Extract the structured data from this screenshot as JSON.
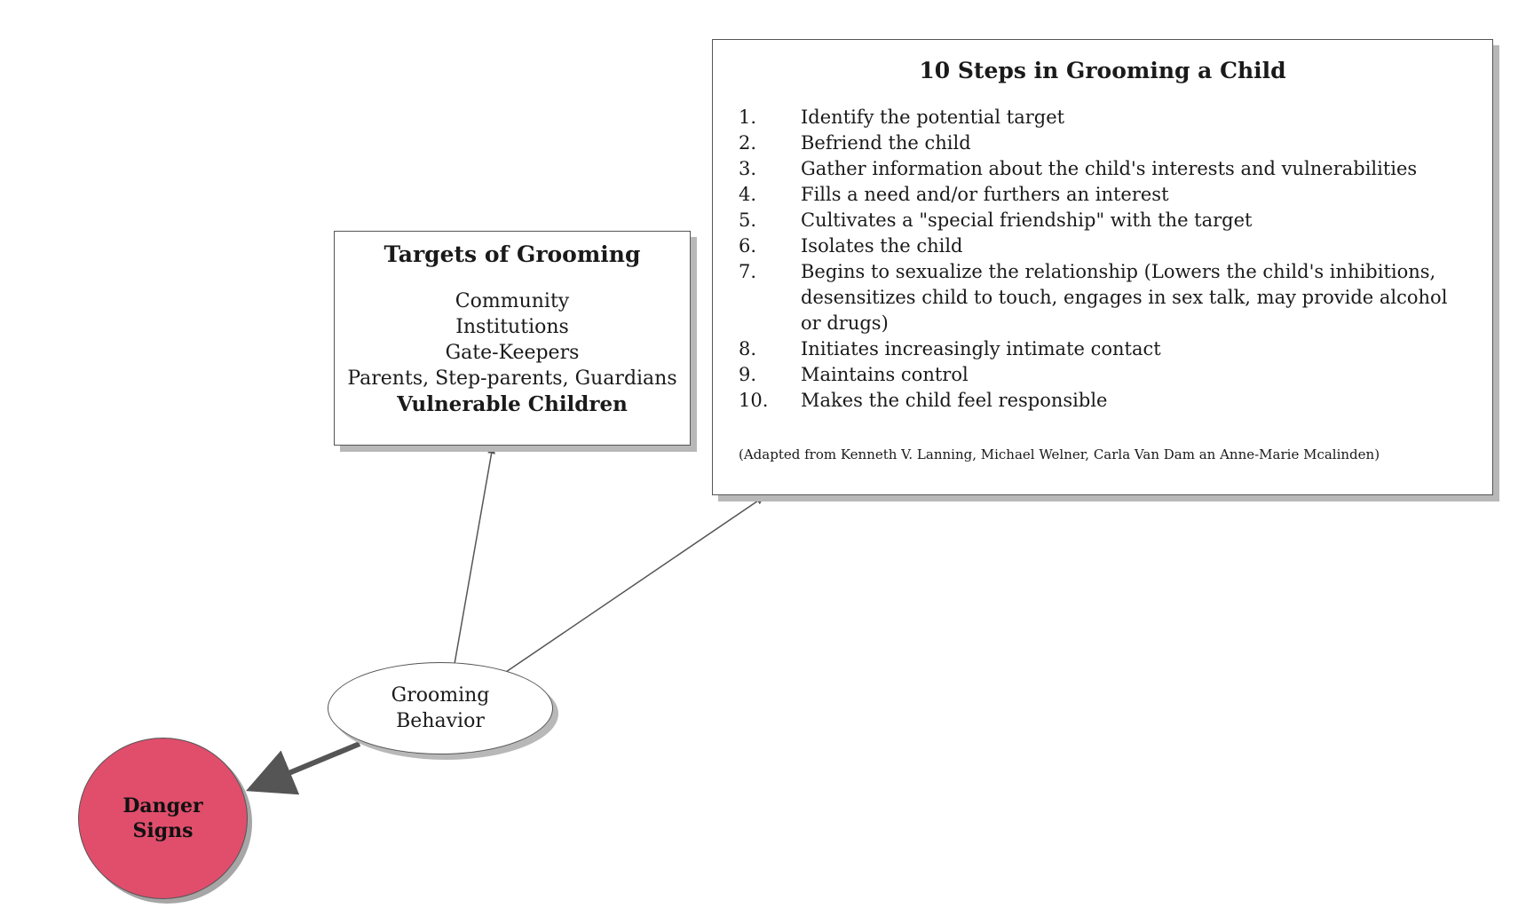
{
  "targets": {
    "title": "Targets of Grooming",
    "items": [
      "Community",
      "Institutions",
      "Gate-Keepers",
      "Parents, Step-parents, Guardians"
    ],
    "emphasis": "Vulnerable Children"
  },
  "steps": {
    "title": "10 Steps in Grooming a Child",
    "items": [
      {
        "num": "1.",
        "text": "Identify the potential target"
      },
      {
        "num": "2.",
        "text": "Befriend the child"
      },
      {
        "num": "3.",
        "text": "Gather information about the child's interests and vulnerabilities"
      },
      {
        "num": "4.",
        "text": "Fills a need and/or furthers an interest"
      },
      {
        "num": "5.",
        "text": "Cultivates a \"special friendship\" with the target"
      },
      {
        "num": "6.",
        "text": "Isolates the child"
      },
      {
        "num": "7.",
        "text": "Begins to sexualize the relationship (Lowers the child's inhibitions, desensitizes child to touch, engages in sex talk, may provide alcohol or drugs)"
      },
      {
        "num": "8.",
        "text": "Initiates increasingly intimate contact"
      },
      {
        "num": "9.",
        "text": "Maintains control"
      },
      {
        "num": "10.",
        "text": "Makes the child feel responsible"
      }
    ],
    "source": "(Adapted from Kenneth V. Lanning, Michael Welner, Carla Van Dam an Anne-Marie Mcalinden)"
  },
  "grooming": {
    "line1": "Grooming",
    "line2": "Behavior"
  },
  "danger": {
    "line1": "Danger",
    "line2": "Signs"
  },
  "colors": {
    "danger_fill": "#e04e6c",
    "border": "#555555",
    "shadow": "#b8b8b8"
  }
}
